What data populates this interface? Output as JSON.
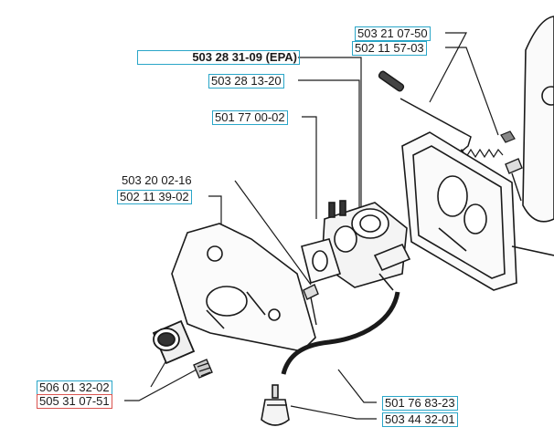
{
  "part_labels": {
    "carb_epa": "503 28 31-09 (EPA)",
    "p1": "503 21 07-50",
    "p2": "502 11 57-03",
    "p3": "503 28 13-20",
    "p4": "501 77 00-02",
    "p5": "503 20 02-16",
    "p6": "502 11 39-02",
    "p7": "506 01 32-02",
    "p8": "505 31 07-51",
    "p9": "501 76 83-23",
    "p10": "503 44 32-01"
  },
  "colors": {
    "highlight_box": "#2aa6c8",
    "selected_box": "#d9534f",
    "line": "#1a1a1a"
  }
}
